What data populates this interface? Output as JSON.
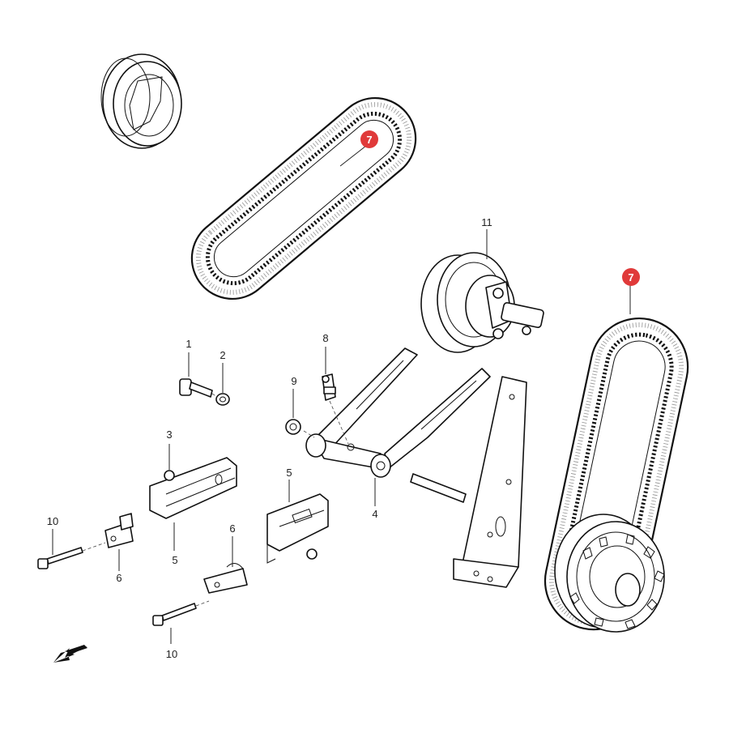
{
  "callouts": {
    "c1": "1",
    "c2": "2",
    "c3": "3",
    "c4": "4",
    "c5a": "5",
    "c5b": "5",
    "c6a": "6",
    "c6b": "6",
    "c8": "8",
    "c9": "9",
    "c10a": "10",
    "c10b": "10",
    "c11": "11"
  },
  "highlighted": {
    "badge_top": "7",
    "badge_right": "7",
    "color": "#e03a3a"
  }
}
